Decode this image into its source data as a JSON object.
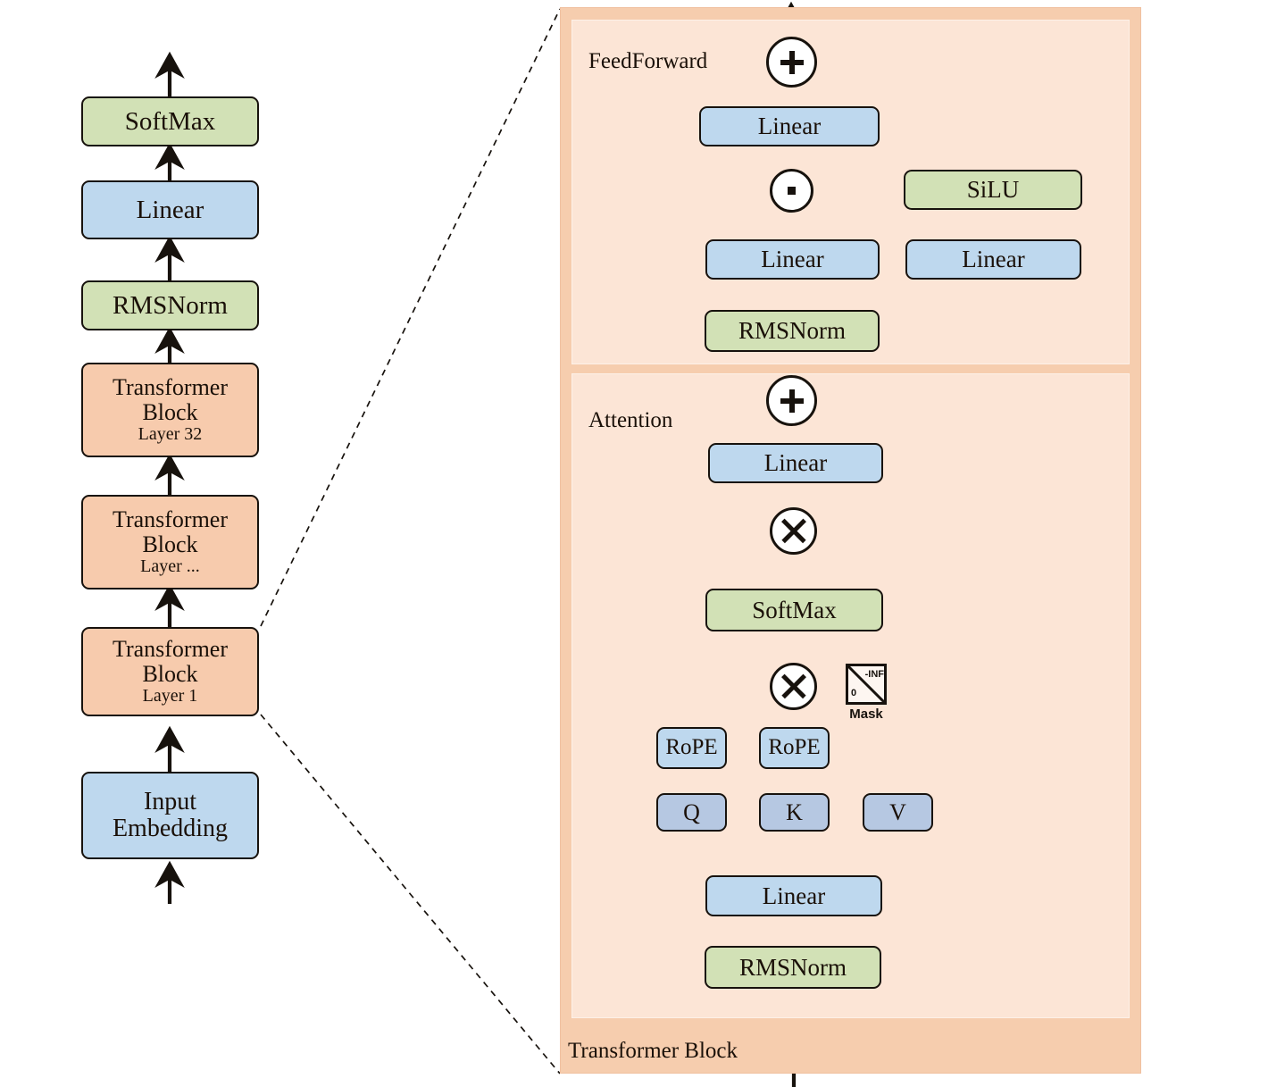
{
  "figure": {
    "title": "LLaMA-style Transformer architecture with expanded Transformer Block",
    "colors": {
      "green": "#d2e1b6",
      "blue": "#bed8ee",
      "blue_qkv": "#b6c8e2",
      "peach": "#f7cbad",
      "panel_outer": "#f6cdae",
      "panel_inner": "#fce5d6",
      "stroke": "#17120d",
      "background": "#ffffff"
    }
  },
  "stack": {
    "name": "model-stack",
    "blocks": [
      {
        "label": "SoftMax",
        "sublabel": "",
        "color": "green"
      },
      {
        "label": "Linear",
        "sublabel": "",
        "color": "blue"
      },
      {
        "label": "RMSNorm",
        "sublabel": "",
        "color": "green"
      },
      {
        "label": "Transformer\nBlock",
        "sublabel": "Layer 32",
        "color": "peach"
      },
      {
        "label": "Transformer\nBlock",
        "sublabel": "Layer ...",
        "color": "peach"
      },
      {
        "label": "Transformer\nBlock",
        "sublabel": "Layer 1",
        "color": "peach"
      },
      {
        "label": "Input\nEmbedding",
        "sublabel": "",
        "color": "blue"
      }
    ],
    "labels": {
      "softmax": "SoftMax",
      "linear": "Linear",
      "rmsnorm": "RMSNorm",
      "transformer": "Transformer",
      "block": "Block",
      "layer_32": "Layer 32",
      "layer_dots": "Layer ...",
      "layer_1": "Layer 1",
      "input": "Input",
      "embedding": "Embedding"
    }
  },
  "detail": {
    "panel_label": "Transformer Block",
    "feedforward": {
      "label": "FeedForward",
      "nodes": {
        "add": "+",
        "out_linear": "Linear",
        "mul": "·",
        "silu": "SiLU",
        "gate_linear": "Linear",
        "up_linear": "Linear",
        "rmsnorm": "RMSNorm"
      }
    },
    "attention": {
      "label": "Attention",
      "nodes": {
        "add": "+",
        "out_linear": "Linear",
        "matmul_v": "×",
        "softmax": "SoftMax",
        "matmul_qk": "×",
        "rope_q": "RoPE",
        "rope_k": "RoPE",
        "q": "Q",
        "k": "K",
        "v": "V",
        "qkv_linear": "Linear",
        "rmsnorm": "RMSNorm"
      },
      "mask": {
        "title": "Mask",
        "upper_value": "-INF",
        "lower_value": "0"
      }
    }
  }
}
